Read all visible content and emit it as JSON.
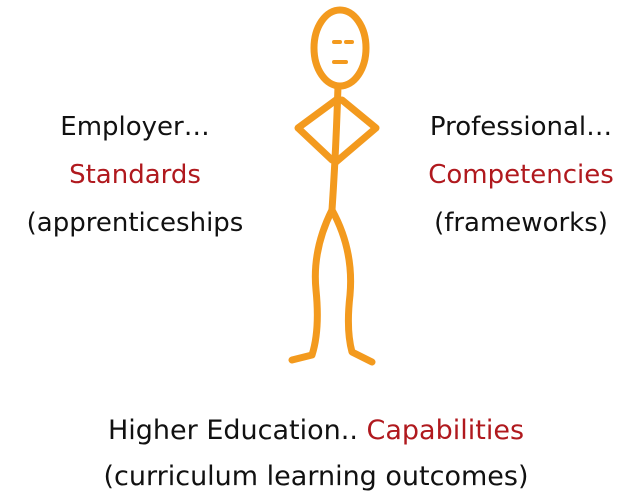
{
  "left": {
    "line1": "Employer…",
    "line2": "Standards",
    "line3": "(apprenticeships"
  },
  "right": {
    "line1": "Professional…",
    "line2": "Competencies",
    "line3": "(frameworks)"
  },
  "bottom": {
    "prefix": "Higher Education.. ",
    "accent": "Capabilities",
    "line2": "(curriculum learning outcomes)"
  },
  "colors": {
    "figure": "#f39a1e",
    "accent": "#b0191e",
    "text": "#111111"
  },
  "figure_icon": "stick-figure-icon"
}
